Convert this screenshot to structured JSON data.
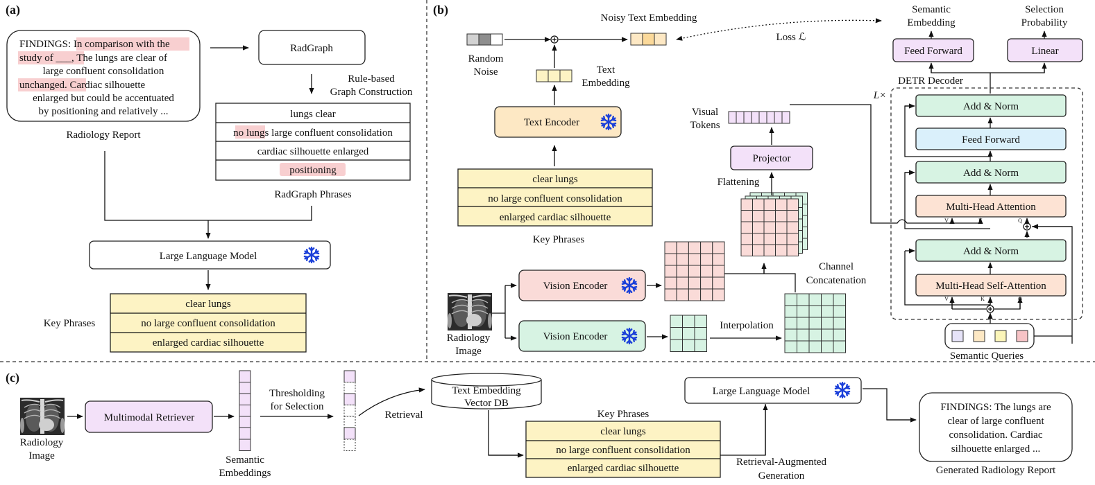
{
  "panels": {
    "a": "(a)",
    "b": "(b)",
    "c": "(c)"
  },
  "colors": {
    "yellow": "#fdf3c4",
    "pink": "#fadbd8",
    "highlight": "#f8cfd0",
    "green": "#d7f3e3",
    "purple": "#f3e1f9",
    "blue": "#daf0fb",
    "peach": "#fde3d4",
    "orange_text": "#fde8c4",
    "snowflake": "#1a3fd9"
  },
  "icons": [
    "snowflake-icon",
    "xray-image-icon",
    "database-icon",
    "plus-circle-icon",
    "arrow-icon"
  ],
  "a": {
    "report": {
      "prefix": "FINDINGS: ",
      "hl1": "In comparison with the",
      "hl2": "study of ___",
      "l2_rest": ", The lungs are clear of",
      "l3": "large confluent consolidation",
      "hl3": "unchanged.",
      "l4_rest": " Cardiac silhouette",
      "l5": "enlarged but could be accentuated",
      "l6": "by positioning and relatively ..."
    },
    "report_caption": "Radiology Report",
    "radgraph": "RadGraph",
    "rule1": "Rule-based",
    "rule2": "Graph Construction",
    "phrases": {
      "r1": "lungs clear",
      "r2_pre": "no ",
      "r2_hl": "lungs",
      "r2_post": " large confluent consolidation",
      "r3": "cardiac silhouette enlarged",
      "r4": "positioning"
    },
    "phrases_caption": "RadGraph Phrases",
    "llm": "Large Language Model",
    "key_label": "Key Phrases",
    "key_phrases": [
      "clear lungs",
      "no large confluent consolidation",
      "enlarged cardiac silhouette"
    ]
  },
  "b": {
    "noisy": "Noisy Text Embedding",
    "loss": "Loss ℒ",
    "random1": "Random",
    "random2": "Noise",
    "text_emb1": "Text",
    "text_emb2": "Embedding",
    "text_encoder": "Text Encoder",
    "key_phrases": [
      "clear lungs",
      "no large confluent consolidation",
      "enlarged cardiac silhouette"
    ],
    "key_caption": "Key Phrases",
    "visual1": "Visual",
    "visual2": "Tokens",
    "projector": "Projector",
    "flattening": "Flattening",
    "vision_encoder": "Vision Encoder",
    "channel1": "Channel",
    "channel2": "Concatenation",
    "interpolation": "Interpolation",
    "radiology1": "Radiology",
    "radiology2": "Image",
    "semantic1": "Semantic",
    "semantic2": "Embedding",
    "selection1": "Selection",
    "selection2": "Probability",
    "feed_forward": "Feed Forward",
    "linear": "Linear",
    "detr": "DETR Decoder",
    "lx": "L×",
    "add_norm": "Add & Norm",
    "mha": "Multi-Head Attention",
    "mhsa": "Multi-Head Self-Attention",
    "v": "V",
    "k": "K",
    "q": "Q",
    "queries": "Semantic Queries",
    "query_colors": [
      "#e6e3f8",
      "#fde8c4",
      "#fbf5b9",
      "#f7c3c6"
    ]
  },
  "c": {
    "radiology1": "Radiology",
    "radiology2": "Image",
    "retriever": "Multimodal Retriever",
    "sem1": "Semantic",
    "sem2": "Embeddings",
    "thr1": "Thresholding",
    "thr2": "for Selection",
    "retrieval": "Retrieval",
    "db1": "Text Embedding",
    "db2": "Vector DB",
    "key_label": "Key Phrases",
    "key_phrases": [
      "clear lungs",
      "no large confluent consolidation",
      "enlarged cardiac silhouette"
    ],
    "llm": "Large Language Model",
    "rag1": "Retrieval-Augmented",
    "rag2": "Generation",
    "report1": "FINDINGS: The lungs are",
    "report2": "clear of large confluent",
    "report3": "consolidation. Cardiac",
    "report4": "silhouette enlarged ...",
    "report_caption": "Generated Radiology Report"
  }
}
